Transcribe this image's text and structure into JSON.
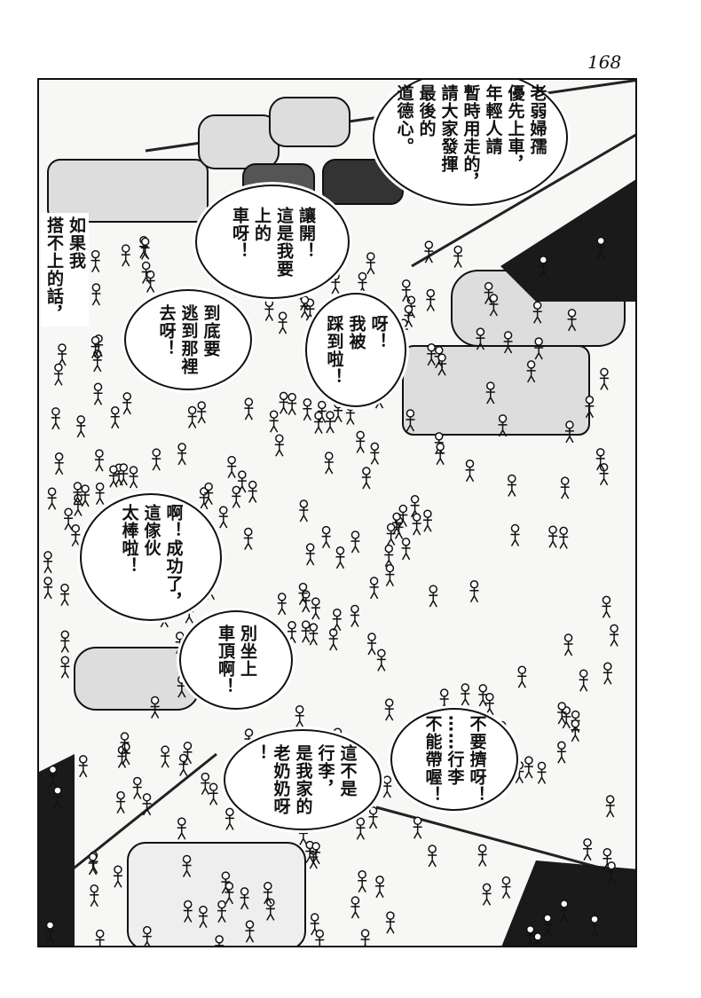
{
  "page_number": "168",
  "bubbles": {
    "announcement": [
      "老弱婦孺",
      "優先上車，",
      "年輕人請",
      "暫時用走的，",
      "請大家發揮",
      "最後的",
      "道德心。"
    ],
    "my_bus": [
      "讓開！",
      "這是我要",
      "上的",
      "車呀！"
    ],
    "if_not": [
      "如果我",
      "搭不上的話，"
    ],
    "where_escape": [
      "到底要",
      "逃到那裡",
      "去呀！"
    ],
    "stepped": [
      "呀！",
      "我被",
      "踩到啦！"
    ],
    "success": [
      "啊！成功了，",
      "這傢伙",
      "太棒啦！"
    ],
    "roof": [
      "別坐上",
      "車頂啊！"
    ],
    "no_luggage": [
      "不要擠呀！",
      "……行李",
      "不能帶喔！"
    ],
    "grandma": [
      "這不是",
      "行李，",
      "是我家的",
      "老奶奶呀",
      "！"
    ]
  }
}
